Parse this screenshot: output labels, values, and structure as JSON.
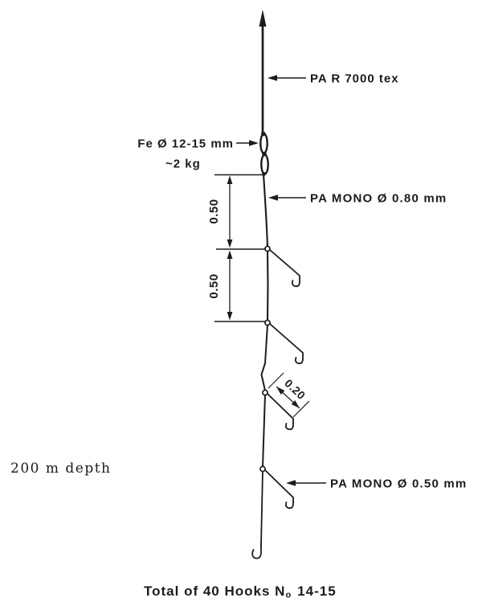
{
  "figure": {
    "background_color": "#ffffff",
    "ink_color": "#1c1c1c",
    "labels": {
      "mainline_material": "PA R 7000 tex",
      "weight_spec": "Fe Ø 12-15 mm",
      "weight_mass": "~2 kg",
      "upper_branch_material": "PA MONO Ø 0.80 mm",
      "lower_branch_material": "PA MONO Ø 0.50 mm",
      "depth": "200 m depth"
    },
    "dimensions": {
      "upper_spacing_m": "0.50",
      "lower_spacing_m": "0.50",
      "snood_length_m": "0.20"
    },
    "caption": {
      "part1": "Total of 40 Hooks N",
      "sub": "o",
      "part2": "14-15"
    }
  }
}
